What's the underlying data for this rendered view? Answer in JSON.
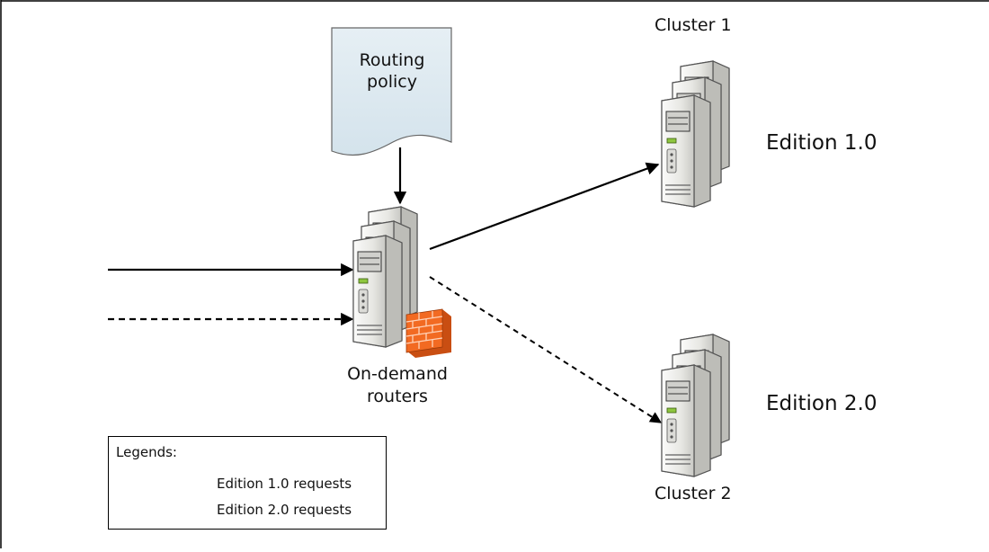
{
  "policy_doc": {
    "label_line1": "Routing",
    "label_line2": "policy",
    "fill": "#dde9f0"
  },
  "routers": {
    "label_line1": "On-demand",
    "label_line2": "routers"
  },
  "cluster1": {
    "label": "Cluster 1",
    "edition": "Edition 1.0"
  },
  "cluster2": {
    "label": "Cluster 2",
    "edition": "Edition 2.0"
  },
  "legend": {
    "title": "Legends:",
    "items": [
      "Edition 1.0 requests",
      "Edition 2.0 requests"
    ]
  },
  "colors": {
    "firewall": "#f26a22",
    "server_body": "#e9e9e6",
    "server_led": "#8ec63f"
  },
  "icons": [
    "server-stack-icon",
    "firewall-icon",
    "document-icon"
  ]
}
